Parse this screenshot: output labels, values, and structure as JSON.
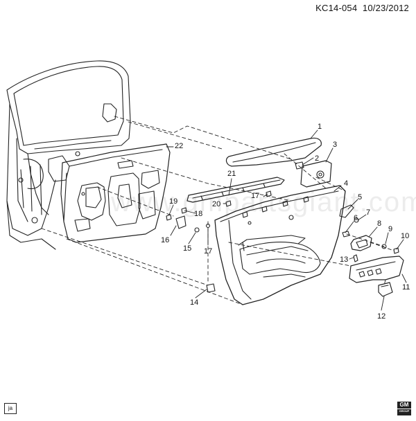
{
  "header": {
    "code": "KC14-054",
    "date": "10/23/2012"
  },
  "watermark": "www.gmpartsgiant.com",
  "callouts": [
    {
      "id": "c1",
      "label": "1"
    },
    {
      "id": "c2",
      "label": "2"
    },
    {
      "id": "c3",
      "label": "3"
    },
    {
      "id": "c4",
      "label": "4"
    },
    {
      "id": "c5",
      "label": "5"
    },
    {
      "id": "c6",
      "label": "6"
    },
    {
      "id": "c7",
      "label": "7"
    },
    {
      "id": "c8",
      "label": "8"
    },
    {
      "id": "c9",
      "label": "9"
    },
    {
      "id": "c10",
      "label": "10"
    },
    {
      "id": "c11",
      "label": "11"
    },
    {
      "id": "c12",
      "label": "12"
    },
    {
      "id": "c13",
      "label": "13"
    },
    {
      "id": "c14",
      "label": "14"
    },
    {
      "id": "c15",
      "label": "15"
    },
    {
      "id": "c16",
      "label": "16"
    },
    {
      "id": "c17a",
      "label": "17"
    },
    {
      "id": "c17b",
      "label": "17"
    },
    {
      "id": "c18",
      "label": "18"
    },
    {
      "id": "c19",
      "label": "19"
    },
    {
      "id": "c20",
      "label": "20"
    },
    {
      "id": "c21",
      "label": "21"
    },
    {
      "id": "c22",
      "label": "22"
    }
  ],
  "footer": {
    "corner_tag": "ja",
    "logo_text": "GM",
    "logo_sub": "GROUP"
  }
}
